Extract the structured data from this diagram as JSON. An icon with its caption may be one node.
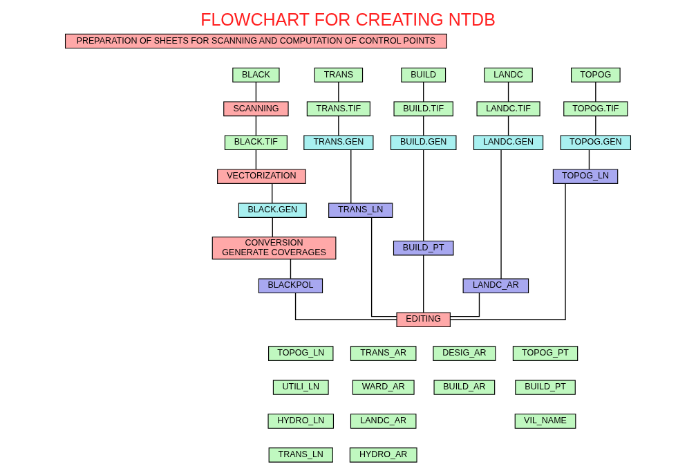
{
  "diagram": {
    "title": "FLOWCHART FOR CREATING NTDB",
    "nodes": [
      {
        "text": [
          "PREPARATION OF SHEETS FOR SCANNING AND COMPUTATION OF CONTROL POINTS"
        ]
      },
      {
        "text": [
          "TRANS"
        ]
      },
      {
        "text": [
          "BUILD"
        ]
      },
      {
        "text": [
          "BLACK"
        ]
      },
      {
        "text": [
          "LANDC"
        ]
      },
      {
        "text": [
          "TOPOG"
        ]
      },
      {
        "text": [
          "SCANNING"
        ]
      },
      {
        "text": [
          "TRANS.TIF"
        ]
      },
      {
        "text": [
          "BUILD.TIF"
        ]
      },
      {
        "text": [
          "BLACK.TIF"
        ]
      },
      {
        "text": [
          "LANDC.TIF"
        ]
      },
      {
        "text": [
          "TOPOG.TIF"
        ]
      },
      {
        "text": [
          "VECTORIZATION"
        ]
      },
      {
        "text": [
          "TRANS.GEN"
        ]
      },
      {
        "text": [
          "BUILD.GEN"
        ]
      },
      {
        "text": [
          "BLACK.GEN"
        ]
      },
      {
        "text": [
          "LANDC.GEN"
        ]
      },
      {
        "text": [
          "TOPOG.GEN"
        ]
      },
      {
        "text": [
          "CONVERSION",
          "GENERATE COVERAGES"
        ]
      },
      {
        "text": [
          "TRANS_LN"
        ]
      },
      {
        "text": [
          "BUILD_PT"
        ]
      },
      {
        "text": [
          "BLACKPOL"
        ]
      },
      {
        "text": [
          "LANDC_AR"
        ]
      },
      {
        "text": [
          "TOPOG_LN"
        ]
      },
      {
        "text": [
          "EDITING"
        ]
      },
      {
        "text": [
          "TOPOG_LN"
        ]
      },
      {
        "text": [
          "UTILI_LN"
        ]
      },
      {
        "text": [
          "HYDRO_LN"
        ]
      },
      {
        "text": [
          "TRANS_LN"
        ]
      },
      {
        "text": [
          "TRANS_AR"
        ]
      },
      {
        "text": [
          "WARD_AR"
        ]
      },
      {
        "text": [
          "LANDC_AR"
        ]
      },
      {
        "text": [
          "HYDRO_AR"
        ]
      },
      {
        "text": [
          "DESIG_AR"
        ]
      },
      {
        "text": [
          "BUILD_AR"
        ]
      },
      {
        "text": [
          "TOPOG_PT"
        ]
      },
      {
        "text": [
          "BUILD_PT"
        ]
      },
      {
        "text": [
          "VIL_NAME"
        ]
      }
    ],
    "edges": [
      {
        "from": 1,
        "to": 7,
        "arrow": "none"
      },
      {
        "from": 2,
        "to": 8,
        "arrow": "none"
      },
      {
        "from": 3,
        "to": 6,
        "arrow": "none"
      },
      {
        "from": 6,
        "to": 9,
        "arrow": "none"
      },
      {
        "from": 4,
        "to": 10,
        "arrow": "none"
      },
      {
        "from": 5,
        "to": 11,
        "arrow": "none"
      },
      {
        "from": 7,
        "to": 13,
        "arrow": "none"
      },
      {
        "from": 8,
        "to": 14,
        "arrow": "none"
      },
      {
        "from": 9,
        "to": 12,
        "arrow": "none"
      },
      {
        "from": 12,
        "to": 15,
        "arrow": "none"
      },
      {
        "from": 10,
        "to": 16,
        "arrow": "none"
      },
      {
        "from": 11,
        "to": 17,
        "arrow": "none"
      },
      {
        "from": 13,
        "to": 19,
        "arrow": "none"
      },
      {
        "from": 14,
        "to": 20,
        "arrow": "none"
      },
      {
        "from": 15,
        "to": 18,
        "arrow": "none"
      },
      {
        "from": 18,
        "to": 21,
        "arrow": "none"
      },
      {
        "from": 16,
        "to": 22,
        "arrow": "none"
      },
      {
        "from": 17,
        "to": 23,
        "arrow": "none"
      },
      {
        "from": 19,
        "to": 24,
        "arrow": "none"
      },
      {
        "from": 20,
        "to": 24,
        "arrow": "none"
      },
      {
        "from": 21,
        "to": 24,
        "arrow": "none"
      },
      {
        "from": 22,
        "to": 24,
        "arrow": "none"
      },
      {
        "from": 23,
        "to": 24,
        "arrow": "none"
      }
    ]
  }
}
